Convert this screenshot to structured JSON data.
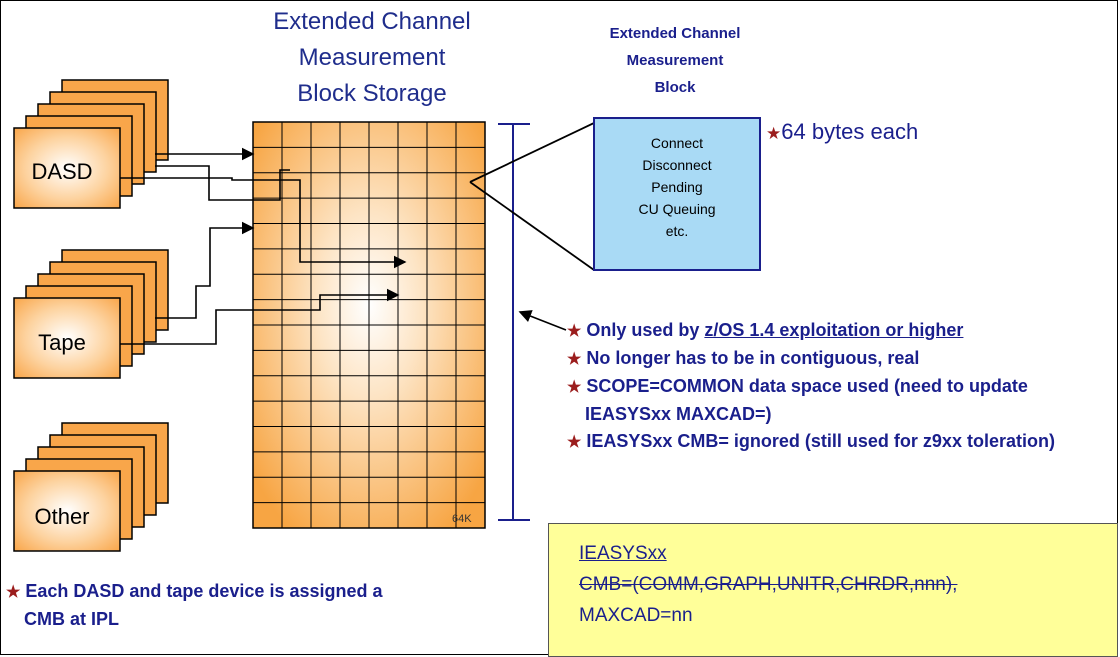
{
  "storage_title": [
    "Extended Channel",
    "Measurement",
    "Block Storage"
  ],
  "cmb_title": [
    "Extended Channel",
    "Measurement",
    "Block"
  ],
  "devices": [
    {
      "label": "DASD"
    },
    {
      "label": "Tape"
    },
    {
      "label": "Other"
    }
  ],
  "cmb_box": {
    "lines": [
      "Connect",
      "Disconnect",
      "Pending",
      "CU Queuing",
      "etc."
    ],
    "color": "#a9daf5"
  },
  "grid_corner_label": "64K",
  "size_note": "64 bytes each",
  "bullets": [
    {
      "pre": "Only used by ",
      "underlined": "z/OS 1.4 exploitation or higher"
    },
    {
      "pre": "No longer has to be in contiguous, real",
      "underlined": ""
    },
    {
      "pre": "SCOPE=COMMON data space used (need to update IEASYSxx MAXCAD=)",
      "underlined": ""
    },
    {
      "pre": "IEASYSxx CMB= ignored (still used for z9xx toleration)",
      "underlined": ""
    }
  ],
  "bottom_note": "Each DASD and tape device is assigned a CMB at IPL",
  "yellow_box": {
    "heading": "IEASYSxx",
    "struck_line": "CMB=(COMM,GRAPH,UNITR,CHRDR,nnn),",
    "last_line": "MAXCAD=nn"
  },
  "colors": {
    "title_blue": "#1f2d8c",
    "text_blue": "#1a1f8c",
    "star_red": "#9b1d1d",
    "grid_orange": "#f7a543",
    "device_orange": "#f9a64a",
    "yellow": "#ffff99"
  },
  "icons": {
    "bullet": "star-icon"
  }
}
